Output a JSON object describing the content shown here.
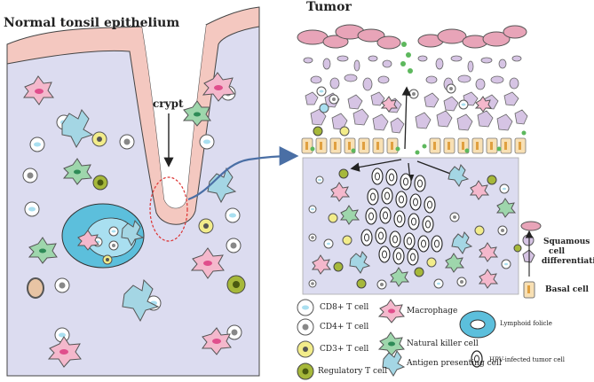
{
  "titles": {
    "normal": "Normal tonsil epithelium",
    "tumor": "Tumor",
    "crypt": "crypt"
  },
  "right_legend": {
    "squamous": [
      "Squamous",
      "cell",
      "differentiation"
    ],
    "basal": "Basal cell"
  },
  "legend": {
    "cd8": "CD8+ T cell",
    "cd4": "CD4+ T cell",
    "cd3": "CD3+ T cell",
    "treg": "Regulatory T cell",
    "macrophage": "Macrophage",
    "nk": "Natural killer cell",
    "apc": "Antigen presenting cell",
    "follicle": "Lymphoid folicle",
    "hpv": "HPV-infected tumor cell"
  },
  "colors": {
    "tissue": "#dcdcf0",
    "epithelium": "#f4c8c0",
    "cd8": "#a9dff0",
    "cd4": "#d8d8d8",
    "cd3": "#f2ec8a",
    "treg": "#a6b83a",
    "macrophage": "#f4b8cc",
    "nk": "#9ed6ac",
    "apc": "#a4d6e4",
    "follicle": "#5cbfdc",
    "squamous": "#d6c4e4",
    "arrow": "#4a6fa5"
  }
}
